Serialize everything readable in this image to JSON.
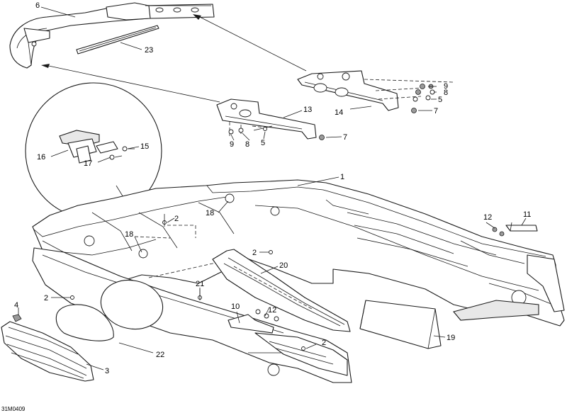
{
  "reference_code": "31M0409",
  "callouts": [
    {
      "id": "c-1",
      "text": "1"
    },
    {
      "id": "c-2a",
      "text": "2"
    },
    {
      "id": "c-2b",
      "text": "2"
    },
    {
      "id": "c-2c",
      "text": "2"
    },
    {
      "id": "c-2d",
      "text": "2"
    },
    {
      "id": "c-3",
      "text": "3"
    },
    {
      "id": "c-4",
      "text": "4"
    },
    {
      "id": "c-5a",
      "text": "5"
    },
    {
      "id": "c-5b",
      "text": "5"
    },
    {
      "id": "c-6",
      "text": "6"
    },
    {
      "id": "c-7a",
      "text": "7"
    },
    {
      "id": "c-7b",
      "text": "7"
    },
    {
      "id": "c-8a",
      "text": "8"
    },
    {
      "id": "c-8b",
      "text": "8"
    },
    {
      "id": "c-9a",
      "text": "9"
    },
    {
      "id": "c-9b",
      "text": "9"
    },
    {
      "id": "c-10",
      "text": "10"
    },
    {
      "id": "c-11",
      "text": "11"
    },
    {
      "id": "c-12a",
      "text": "12"
    },
    {
      "id": "c-12b",
      "text": "12"
    },
    {
      "id": "c-13",
      "text": "13"
    },
    {
      "id": "c-14",
      "text": "14"
    },
    {
      "id": "c-15",
      "text": "15"
    },
    {
      "id": "c-16",
      "text": "16"
    },
    {
      "id": "c-17",
      "text": "17"
    },
    {
      "id": "c-18a",
      "text": "18"
    },
    {
      "id": "c-18b",
      "text": "18"
    },
    {
      "id": "c-19",
      "text": "19"
    },
    {
      "id": "c-20",
      "text": "20"
    },
    {
      "id": "c-21",
      "text": "21"
    },
    {
      "id": "c-22",
      "text": "22"
    },
    {
      "id": "c-23",
      "text": "23"
    }
  ]
}
